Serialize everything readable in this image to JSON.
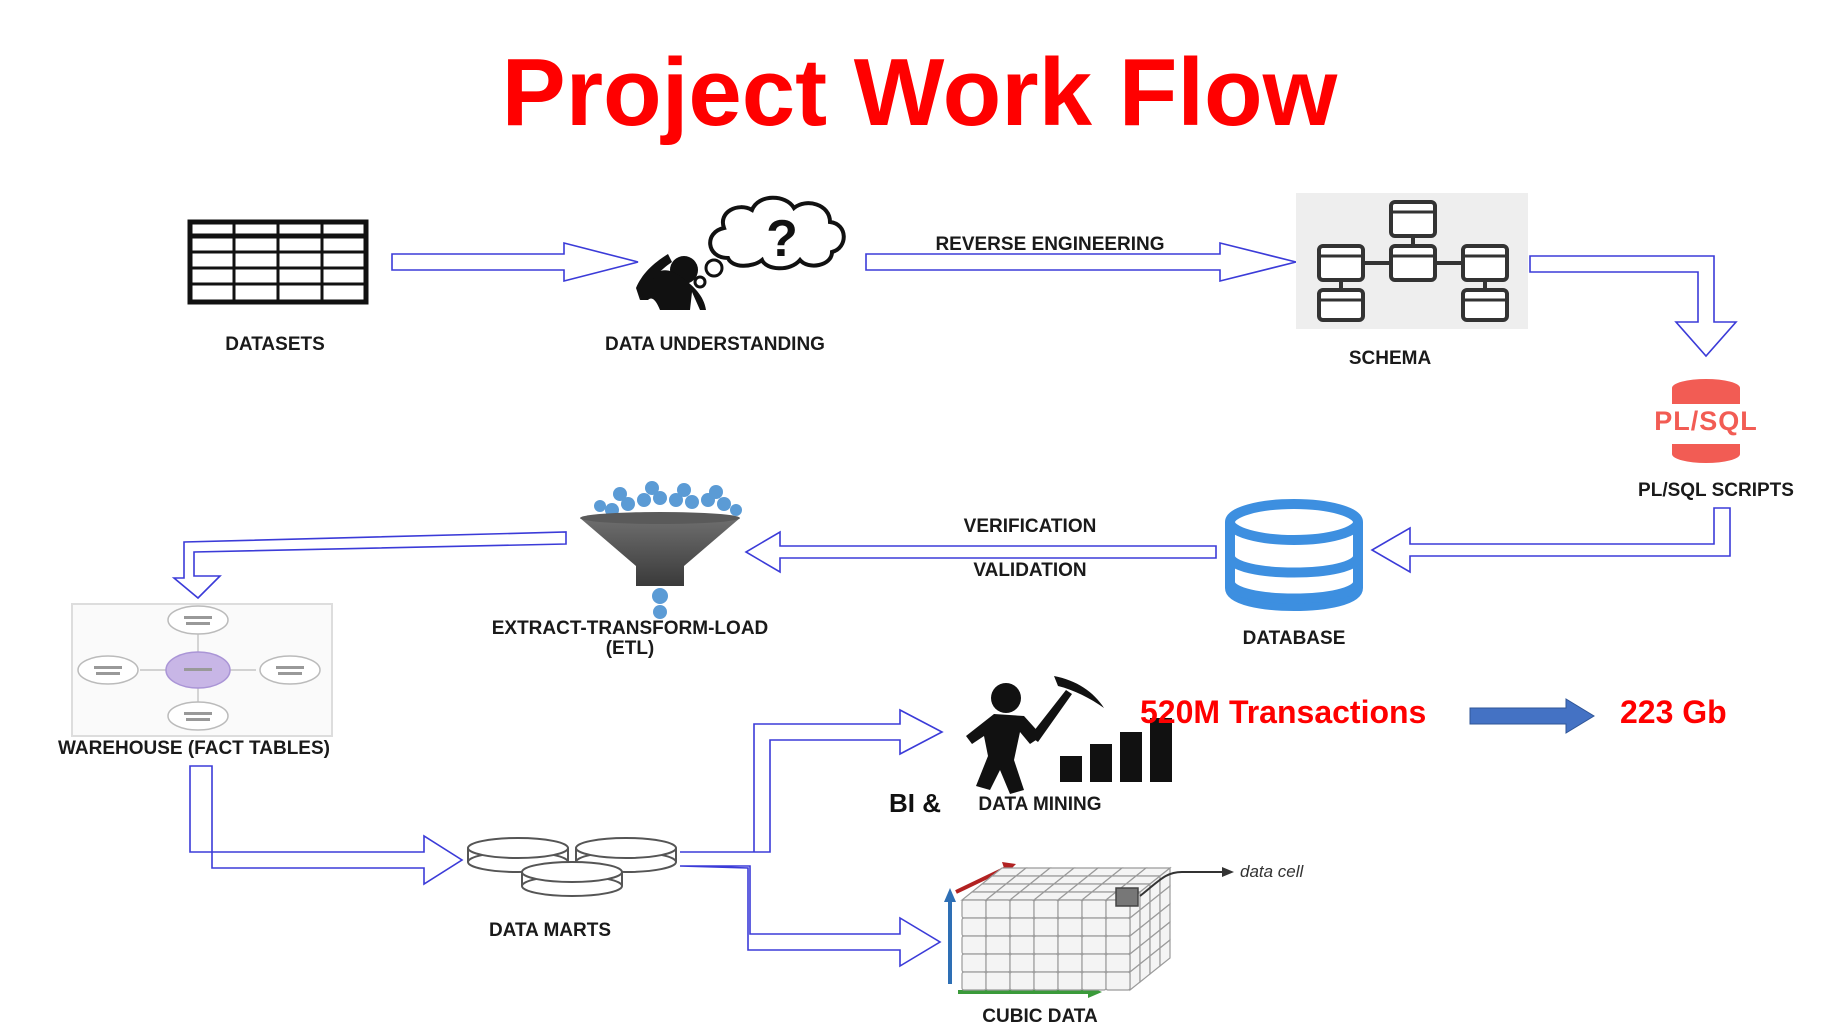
{
  "title": "Project Work Flow",
  "colors": {
    "title": "#ff0000",
    "arrow": "#3b3bd8",
    "accent_blue": "#3d8fe0",
    "plsql_red": "#f25c54",
    "highlight": "#ff0000"
  },
  "nodes": {
    "datasets": {
      "label": "DATASETS",
      "icon": "table-grid-icon"
    },
    "data_understanding": {
      "label": "DATA UNDERSTANDING",
      "icon": "thinking-person-icon"
    },
    "schema": {
      "label": "SCHEMA",
      "icon": "schema-diagram-icon"
    },
    "plsql": {
      "label": "PL/SQL SCRIPTS",
      "badge": "PL/SQL",
      "icon": "plsql-database-icon"
    },
    "database": {
      "label": "DATABASE",
      "icon": "database-icon"
    },
    "etl": {
      "label_line1": "EXTRACT-TRANSFORM-LOAD",
      "label_line2": "(ETL)",
      "icon": "funnel-icon"
    },
    "warehouse": {
      "label": "WAREHOUSE (FACT TABLES)",
      "icon": "star-schema-icon"
    },
    "data_marts": {
      "label": "DATA MARTS",
      "icon": "disks-icon"
    },
    "bi": {
      "label_prefix": "BI &",
      "label": "DATA MINING",
      "icon": "miner-icon"
    },
    "cubic": {
      "label": "CUBIC DATA",
      "icon": "data-cube-icon",
      "annotation": "data cell"
    }
  },
  "edge_labels": {
    "reverse_engineering": "REVERSE ENGINEERING",
    "verification": "VERIFICATION",
    "validation": "VALIDATION"
  },
  "highlight": {
    "transactions": "520M Transactions",
    "size": "223 Gb"
  }
}
